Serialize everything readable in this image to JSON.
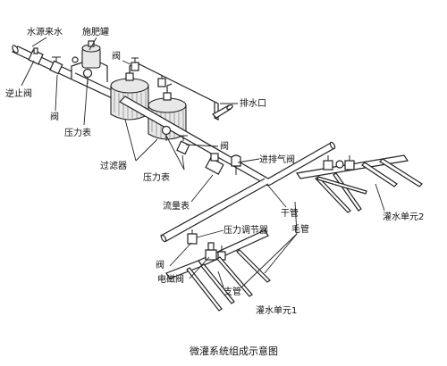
{
  "labels": {
    "water_source": "水源来水",
    "fertilizer_tank": "施肥罐",
    "check_valve": "逆止阀",
    "valve_top": "阀",
    "valve_left": "阀",
    "pressure_gauge_left": "压力表",
    "drain_outlet": "排水口",
    "valve_mid": "阀",
    "air_vent_valve": "进排气阀",
    "filter": "过滤器",
    "pressure_gauge_mid": "压力表",
    "main_pipe": "干管",
    "flow_meter": "流量表",
    "irrigation_unit_2": "灌水单元2",
    "pressure_regulator": "压力调节器",
    "capillary_pipe": "毛管",
    "valve_bottom": "阀",
    "solenoid_valve": "电磁阀",
    "branch_pipe": "支管",
    "irrigation_unit_1": "灌水单元1"
  },
  "caption": "微灌系统组成示意图"
}
